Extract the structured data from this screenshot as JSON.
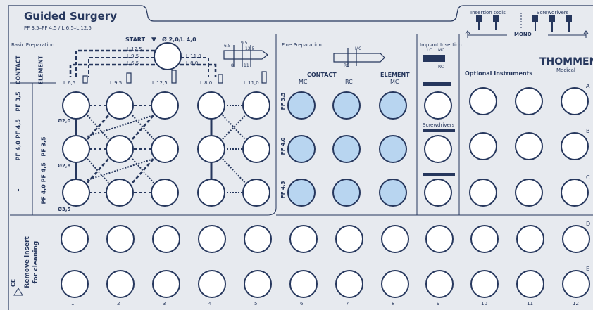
{
  "title": "Guided Surgery",
  "subtitle": "PF 3.5–PF 4.5 / L 6.5–L 12.5",
  "brand": {
    "name": "THOMMEN",
    "sub": "Medical"
  },
  "top_tools": {
    "insertion": "Insertion tools",
    "screwdrivers": "Screwdrivers",
    "mono": "MONO"
  },
  "basic": {
    "label": "Basic Preparation",
    "start": "START",
    "start_dim": "Ø 2,0/L 4,0",
    "lengths_left": [
      "L 12,5",
      "L  9,5",
      "L  6,5"
    ],
    "lengths_right": [
      "L 11,0",
      "L  8,0"
    ],
    "drill_dims": {
      "d1": "6,5",
      "d2": "9,5",
      "d3": "12,5",
      "d4": "8",
      "d5": "11"
    },
    "col_labels": [
      "L 6,5",
      "L 9,5",
      "L 12,5",
      "L 8,0",
      "L 11,0"
    ],
    "diameters": [
      "Ø2,0",
      "Ø2,8",
      "Ø3,5"
    ],
    "header_contact": "CONTACT",
    "header_element": "ELEMENT",
    "row_contact": [
      "PF 3,5",
      "PF 4,0\nPF 4,5",
      "–"
    ],
    "row_element": [
      "–",
      "PF 3,5",
      "PF 4,0\nPF 4,5"
    ]
  },
  "fine": {
    "label": "Fine Preparation",
    "mc": "MC",
    "rc": "RC",
    "contact": "CONTACT",
    "element": "ELEMENT",
    "cols": [
      "MC",
      "RC",
      "MC"
    ],
    "rows": [
      "PF 3,5",
      "PF 4,0",
      "PF 4,5"
    ]
  },
  "implant": {
    "label": "Implant Insertion",
    "lc": "LC",
    "mc": "MC",
    "rc": "RC",
    "screwdrivers": "Screwdrivers"
  },
  "optional": {
    "label": "Optional Instruments",
    "rows": [
      "A",
      "B",
      "C",
      "D",
      "E"
    ]
  },
  "bottom": {
    "remove": "Remove insert",
    "cleaning": "for cleaning",
    "ce": "CE",
    "columns": [
      "1",
      "2",
      "3",
      "4",
      "5",
      "6",
      "7",
      "8",
      "9",
      "10",
      "11",
      "12"
    ]
  },
  "colors": {
    "navy": "#26375d",
    "tray": "#e7eaef",
    "blue_hole": "#b8d5f0"
  }
}
